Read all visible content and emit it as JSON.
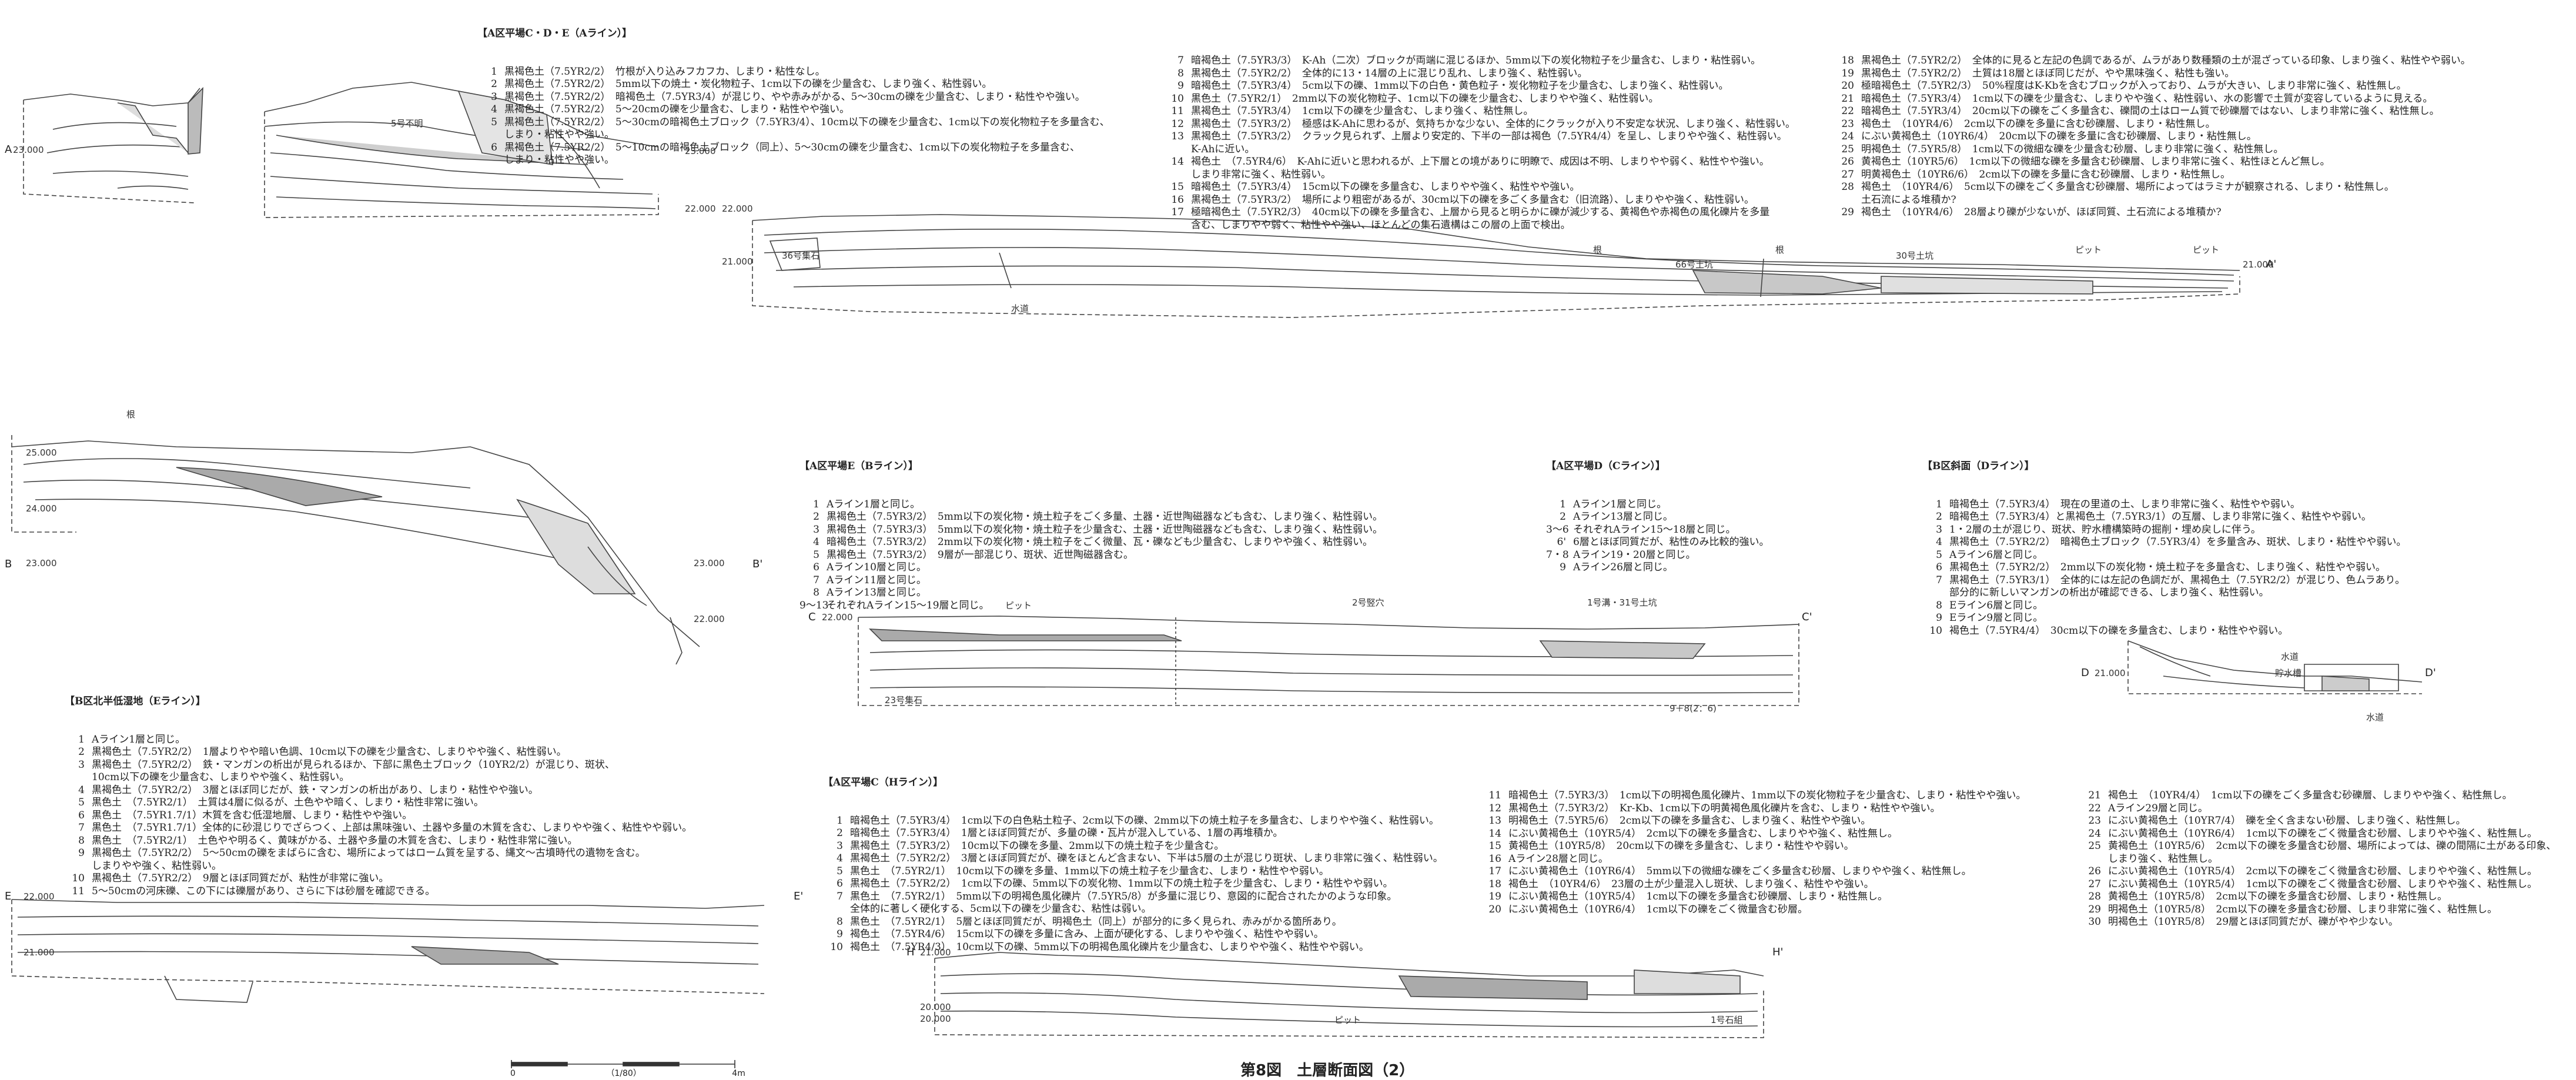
{
  "caption": "第8図　土層断面図（2）",
  "scale": {
    "zero": "0",
    "ratio": "（1/80）",
    "max": "4m"
  },
  "sections": {
    "A_left": "A",
    "A_right": "A'",
    "B_left": "B",
    "B_right": "B'",
    "C_left": "C",
    "C_right": "C'",
    "D_left": "D",
    "D_right": "D'",
    "E_left": "E",
    "E_right": "E'",
    "H_left": "H",
    "H_right": "H'"
  },
  "elevations": {
    "a1": "23.000",
    "a2": "23.000",
    "a3": "22.000",
    "a4": "22.000",
    "a5": "21.000",
    "a6": "21.000",
    "b1": "25.000",
    "b2": "24.000",
    "b3": "23.000",
    "b4": "23.000",
    "b5": "22.000",
    "c1": "22.000",
    "d1": "21.000",
    "e1": "22.000",
    "e2": "21.000",
    "h1": "21.000",
    "h2": "20.000",
    "h3": "20.000"
  },
  "features": {
    "f1": "5号不明",
    "f2": "66号土坑",
    "f3": "30号土坑",
    "f4": "ピット",
    "f5": "ピット",
    "f6": "36号集石",
    "f7": "水道",
    "f8": "根",
    "f9": "根",
    "f10": "根",
    "f11": "ピット",
    "f12": "2号竪穴",
    "f13": "1号溝・31号土坑",
    "f14": "23号集石",
    "f15": "9＋8(2：6)",
    "f16": "貯水槽",
    "f17": "水道",
    "f18": "水道",
    "f19": "1号石組",
    "f20": "ピット"
  },
  "legendA1": {
    "title": "A区平場C・D・E（Aライン）",
    "rows": [
      {
        "n": "1",
        "t": "黒褐色土（7.5YR2/2）　竹根が入り込みフカフカ、しまり・粘性なし。"
      },
      {
        "n": "2",
        "t": "黒褐色土（7.5YR2/2）　5mm以下の焼土・炭化物粒子、1cm以下の礫を少量含む、しまり強く、粘性弱い。"
      },
      {
        "n": "3",
        "t": "黒褐色土（7.5YR2/2）　暗褐色土（7.5YR3/4）が混じり、やや赤みがかる、5～30cmの礫を少量含む、しまり・粘性やや強い。"
      },
      {
        "n": "4",
        "t": "黒褐色土（7.5YR2/2）　5～20cmの礫を少量含む、しまり・粘性やや強い。"
      },
      {
        "n": "5",
        "t": "黒褐色土（7.5YR2/2）　5～30cmの暗褐色土ブロック（7.5YR3/4）、10cm以下の礫を少量含む、1cm以下の炭化物粒子を多量含む、"
      },
      {
        "n": "",
        "t": "しまり・粘性やや強い。"
      },
      {
        "n": "6",
        "t": "黒褐色土（7.5YR2/2）　5～10cmの暗褐色土ブロック（同上）、5～30cmの礫を少量含む、1cm以下の炭化物粒子を多量含む、"
      },
      {
        "n": "",
        "t": "しまり・粘性やや強い。"
      }
    ]
  },
  "legendA2": {
    "rows": [
      {
        "n": "7",
        "t": "暗褐色土（7.5YR3/3）　K-Ah（二次）ブロックが両端に混じるほか、5mm以下の炭化物粒子を少量含む、しまり・粘性弱い。"
      },
      {
        "n": "8",
        "t": "黒褐色土（7.5YR2/2）　全体的に13・14層の上に混じり乱れ、しまり強く、粘性弱い。"
      },
      {
        "n": "9",
        "t": "暗褐色土（7.5YR3/4）　5cm以下の礫、1mm以下の白色・黄色粒子・炭化物粒子を少量含む、しまり強く、粘性弱い。"
      },
      {
        "n": "10",
        "t": "黒色土（7.5YR2/1）　2mm以下の炭化物粒子、1cm以下の礫を少量含む、しまりやや強く、粘性弱い。"
      },
      {
        "n": "11",
        "t": "黒褐色土（7.5YR3/4）　1cm以下の礫を少量含む、しまり強く、粘性無し。"
      },
      {
        "n": "12",
        "t": "黒褐色土（7.5YR3/2）　極感はK-Ahに思わるが、気持ちかな少ない、全体的にクラックが入り不安定な状況、しまり強く、粘性弱い。"
      },
      {
        "n": "13",
        "t": "黒褐色土（7.5YR3/2）　クラック見られず、上層より安定的、下半の一部は褐色（7.5YR4/4）を呈し、しまりやや強く、粘性弱い。"
      },
      {
        "n": "",
        "t": "K-Ahに近い。"
      },
      {
        "n": "14",
        "t": "褐色土　（7.5YR4/6）　K-Ahに近いと思われるが、上下層との境がありに明瞭で、成因は不明、しまりやや弱く、粘性やや強い。"
      },
      {
        "n": "",
        "t": "しまり非常に強く、粘性弱い。"
      },
      {
        "n": "15",
        "t": "暗褐色土（7.5YR3/4）　15cm以下の礫を多量含む、しまりやや強く、粘性やや強い。"
      },
      {
        "n": "16",
        "t": "黒褐色土（7.5YR3/2）　場所により粗密があるが、30cm以下の礫を多ごく多量含む（旧流路）、しまりやや強く、粘性弱い。"
      },
      {
        "n": "17",
        "t": "極暗褐色土（7.5YR2/3）　40cm以下の礫を多量含む、上層から見ると明らかに礫が減少する、黄褐色や赤褐色の風化礫片を多量"
      },
      {
        "n": "",
        "t": "含む、しまりやや弱く、粘性やや強い、ほとんどの集石遺構はこの層の上面で検出。"
      }
    ]
  },
  "legendA3": {
    "rows": [
      {
        "n": "18",
        "t": "黒褐色土（7.5YR2/2）　全体的に見ると左記の色調であるが、ムラがあり数種類の土が混ざっている印象、しまり強く、粘性やや弱い。"
      },
      {
        "n": "19",
        "t": "黒褐色土（7.5YR2/2）　土質は18層とほぼ同じだが、やや黒味強く、粘性も強い。"
      },
      {
        "n": "20",
        "t": "極暗褐色土（7.5YR2/3）　50%程度はK-Kbを含むブロックが入っており、ムラが大きい、しまり非常に強く、粘性無し。"
      },
      {
        "n": "21",
        "t": "暗褐色土（7.5YR3/4）　1cm以下の礫を少量含む、しまりやや強く、粘性弱い、水の影響で土質が変容しているように見える。"
      },
      {
        "n": "22",
        "t": "暗褐色土（7.5YR3/4）　20cm以下の礫をごく多量含む、礫間の土はローム質で砂礫層ではない、しまり非常に強く、粘性無し。"
      },
      {
        "n": "23",
        "t": "褐色土　（10YR4/6）　2cm以下の礫を多量に含む砂礫層、しまり・粘性無し。"
      },
      {
        "n": "24",
        "t": "にぶい黄褐色土（10YR6/4）　20cm以下の礫を多量に含む砂礫層、しまり・粘性無し。"
      },
      {
        "n": "25",
        "t": "明褐色土（7.5YR5/8）　1cm以下の微細な礫を少量含む砂層、しまり非常に強く、粘性無し。"
      },
      {
        "n": "26",
        "t": "黄褐色土（10YR5/6）　1cm以下の微細な礫を多量含む砂礫層、しまり非常に強く、粘性ほとんど無し。"
      },
      {
        "n": "27",
        "t": "明黄褐色土（10YR6/6）　2cm以下の礫を多量に含む砂礫層、しまり・粘性無し。"
      },
      {
        "n": "28",
        "t": "褐色土　（10YR4/6）　5cm以下の礫をごく多量含む砂礫層、場所によってはラミナが観察される、しまり・粘性無し。"
      },
      {
        "n": "",
        "t": "土石流による堆積か?"
      },
      {
        "n": "29",
        "t": "褐色土　（10YR4/6）　28層より礫が少ないが、ほぼ同質、土石流による堆積か?"
      }
    ]
  },
  "legendB": {
    "title": "A区平場E（Bライン）",
    "rows": [
      {
        "n": "1",
        "t": "Aライン1層と同じ。"
      },
      {
        "n": "2",
        "t": "黒褐色土（7.5YR3/2）　5mm以下の炭化物・焼土粒子をごく多量、土器・近世陶磁器なども含む、しまり強く、粘性弱い。"
      },
      {
        "n": "3",
        "t": "黒褐色土（7.5YR3/3）　5mm以下の炭化物・焼土粒子を少量含む、土器・近世陶磁器なども含む、しまり強く、粘性弱い。"
      },
      {
        "n": "4",
        "t": "暗褐色土（7.5YR3/2）　2mm以下の炭化物・焼土粒子をごく微量、瓦・礫なども少量含む、しまりやや強く、粘性弱い。"
      },
      {
        "n": "5",
        "t": "黒褐色土（7.5YR3/2）　9層が一部混じり、斑状、近世陶磁器含む。"
      },
      {
        "n": "6",
        "t": "Aライン10層と同じ。"
      },
      {
        "n": "7",
        "t": "Aライン11層と同じ。"
      },
      {
        "n": "8",
        "t": "Aライン13層と同じ。"
      },
      {
        "n": "9～13",
        "t": "それぞれAライン15～19層と同じ。"
      }
    ]
  },
  "legendC": {
    "title": "A区平場D（Cライン）",
    "rows": [
      {
        "n": "1",
        "t": "Aライン1層と同じ。"
      },
      {
        "n": "2",
        "t": "Aライン13層と同じ。"
      },
      {
        "n": "3～6",
        "t": "それぞれAライン15～18層と同じ。"
      },
      {
        "n": "6'",
        "t": "6層とほぼ同質だが、粘性のみ比較的強い。"
      },
      {
        "n": "7・8",
        "t": "Aライン19・20層と同じ。"
      },
      {
        "n": "9",
        "t": "Aライン26層と同じ。"
      }
    ]
  },
  "legendD": {
    "title": "B区斜面（Dライン）",
    "rows": [
      {
        "n": "1",
        "t": "暗褐色土（7.5YR3/4）　現在の里道の土、しまり非常に強く、粘性やや弱い。"
      },
      {
        "n": "2",
        "t": "暗褐色土（7.5YR3/4）と黒褐色土（7.5YR3/1）の互層、しまり非常に強く、粘性やや弱い。"
      },
      {
        "n": "3",
        "t": "1・2層の土が混じり、斑状、貯水槽構築時の掘削・埋め戻しに伴う。"
      },
      {
        "n": "4",
        "t": "黒褐色土（7.5YR2/2）　暗褐色土ブロック（7.5YR3/4）を多量含み、斑状、しまり・粘性やや弱い。"
      },
      {
        "n": "5",
        "t": "Aライン6層と同じ。"
      },
      {
        "n": "6",
        "t": "黒褐色土（7.5YR2/2）　2mm以下の炭化物・焼土粒子を多量含む、しまり強く、粘性やや弱い。"
      },
      {
        "n": "7",
        "t": "黒褐色土（7.5YR3/1）　全体的には左記の色調だが、黒褐色土（7.5YR2/2）が混じり、色ムラあり。"
      },
      {
        "n": "",
        "t": "部分的に新しいマンガンの析出が確認できる、しまり強く、粘性弱い。"
      },
      {
        "n": "8",
        "t": "Eライン6層と同じ。"
      },
      {
        "n": "9",
        "t": "Eライン9層と同じ。"
      },
      {
        "n": "10",
        "t": "褐色土（7.5YR4/4）　30cm以下の礫を多量含む、しまり・粘性やや弱い。"
      }
    ]
  },
  "legendE": {
    "title": "B区北半低湿地（Eライン）",
    "rows": [
      {
        "n": "1",
        "t": "Aライン1層と同じ。"
      },
      {
        "n": "2",
        "t": "黒褐色土（7.5YR2/2）　1層よりやや暗い色調、10cm以下の礫を少量含む、しまりやや強く、粘性弱い。"
      },
      {
        "n": "3",
        "t": "黒褐色土（7.5YR2/2）　鉄・マンガンの析出が見られるほか、下部に黒色土ブロック（10YR2/2）が混じり、斑状、"
      },
      {
        "n": "",
        "t": "10cm以下の礫を少量含む、しまりやや強く、粘性弱い。"
      },
      {
        "n": "4",
        "t": "黒褐色土（7.5YR2/2）　3層とほぼ同じだが、鉄・マンガンの析出があり、しまり・粘性やや強い。"
      },
      {
        "n": "5",
        "t": "黒色土　（7.5YR2/1）　土質は4層に似るが、土色やや暗く、しまり・粘性非常に強い。"
      },
      {
        "n": "6",
        "t": "黒色土　（7.5YR1.7/1）木質を含む低湿地層、しまり・粘性やや強い。"
      },
      {
        "n": "7",
        "t": "黒色土　（7.5YR1.7/1）全体的に砂混じりでざらつく、上部は黒味強い、土器や多量の木質を含む、しまりやや強く、粘性やや弱い。"
      },
      {
        "n": "8",
        "t": "黒色土　（7.5YR2/1）　土色やや明るく、黄味がかる、土器や多量の木質を含む、しまり・粘性非常に強い。"
      },
      {
        "n": "9",
        "t": "黒褐色土（7.5YR2/2）　5～50cmの礫をまばらに含む、場所によってはローム質を呈する、縄文～古墳時代の遺物を含む。"
      },
      {
        "n": "",
        "t": "しまりやや強く、粘性弱い。"
      },
      {
        "n": "10",
        "t": "黒褐色土（7.5YR2/2）　9層とほぼ同質だが、粘性が非常に強い。"
      },
      {
        "n": "11",
        "t": "5～50cmの河床礫、この下には礫層があり、さらに下は砂層を確認できる。"
      }
    ]
  },
  "legendH1": {
    "title": "A区平場C（Hライン）",
    "rows": [
      {
        "n": "1",
        "t": "暗褐色土（7.5YR3/4）　1cm以下の白色粘土粒子、2cm以下の礫、2mm以下の焼土粒子を多量含む、しまりやや強く、粘性弱い。"
      },
      {
        "n": "2",
        "t": "暗褐色土（7.5YR3/4）　1層とほぼ同質だが、多量の礫・瓦片が混入している、1層の再堆積か。"
      },
      {
        "n": "3",
        "t": "黒褐色土（7.5YR3/2）　10cm以下の礫を多量、2mm以下の焼土粒子を少量含む。"
      },
      {
        "n": "4",
        "t": "黒褐色土（7.5YR2/2）　3層とほぼ同質だが、礫をほとんど含まない、下半は5層の土が混じり斑状、しまり非常に強く、粘性弱い。"
      },
      {
        "n": "5",
        "t": "黒色土　（7.5YR2/1）　10cm以下の礫を多量、1mm以下の焼土粒子を少量含む、しまり・粘性やや弱い。"
      },
      {
        "n": "6",
        "t": "黒褐色土（7.5YR2/2）　1cm以下の礫、5mm以下の炭化物、1mm以下の焼土粒子を少量含む、しまり・粘性やや弱い。"
      },
      {
        "n": "7",
        "t": "黒色土　（7.5YR2/1）　5mm以下の明褐色風化礫片（7.5YR5/8）が多量に混じり、意図的に配合されたかのような印象。"
      },
      {
        "n": "",
        "t": "全体的に著しく硬化する、5cm以下の礫を少量含む、粘性は弱い。"
      },
      {
        "n": "8",
        "t": "黒色土　（7.5YR2/1）　5層とほぼ同質だが、明褐色土（同上）が部分的に多く見られ、赤みがかる箇所あり。"
      },
      {
        "n": "9",
        "t": "褐色土　（7.5YR4/6）　15cm以下の礫を多量に含み、上面が硬化する、しまりやや強く、粘性やや弱い。"
      },
      {
        "n": "10",
        "t": "褐色土　（7.5YR4/3）　10cm以下の礫、5mm以下の明褐色風化礫片を少量含む、しまりやや強く、粘性やや弱い。"
      }
    ]
  },
  "legendH2": {
    "rows": [
      {
        "n": "11",
        "t": "暗褐色土（7.5YR3/3）　1cm以下の明褐色風化礫片、1mm以下の炭化物粒子を少量含む、しまり・粘性やや強い。"
      },
      {
        "n": "12",
        "t": "黒褐色土（7.5YR3/2）　Kr-Kb、1cm以下の明黄褐色風化礫片を含む、しまり・粘性やや強い。"
      },
      {
        "n": "13",
        "t": "明褐色土（7.5YR5/6）　2cm以下の礫を多量含む、しまり強く、粘性やや強い。"
      },
      {
        "n": "14",
        "t": "にぶい黄褐色土（10YR5/4）　2cm以下の礫を多量含む、しまりやや強く、粘性無し。"
      },
      {
        "n": "15",
        "t": "黄褐色土（10YR5/8）　20cm以下の礫を多量含む、しまり・粘性やや弱い。"
      },
      {
        "n": "16",
        "t": "Aライン28層と同じ。"
      },
      {
        "n": "17",
        "t": "にぶい黄褐色土（10YR6/4）　5mm以下の微細な礫をごく多量含む砂層、しまりやや強く、粘性無し。"
      },
      {
        "n": "18",
        "t": "褐色土　（10YR4/6）　23層の土が少量混入し斑状、しまり強く、粘性やや強い。"
      },
      {
        "n": "19",
        "t": "にぶい黄褐色土（10YR5/4）　1cm以下の礫を多量含む砂礫層、しまり・粘性無し。"
      },
      {
        "n": "20",
        "t": "にぶい黄褐色土（10YR6/4）　1cm以下の礫をごく微量含む砂層。"
      }
    ]
  },
  "legendH3": {
    "rows": [
      {
        "n": "21",
        "t": "褐色土　（10YR4/4）　1cm以下の礫をごく多量含む砂礫層、しまりやや強く、粘性無し。"
      },
      {
        "n": "22",
        "t": "Aライン29層と同じ。"
      },
      {
        "n": "23",
        "t": "にぶい黄褐色土（10YR7/4）　礫を全く含まない砂層、しまり強く、粘性無し。"
      },
      {
        "n": "24",
        "t": "にぶい黄褐色土（10YR6/4）　1cm以下の礫をごく微量含む砂層、しまりやや強く、粘性無し。"
      },
      {
        "n": "25",
        "t": "黄褐色土（10YR5/6）　2cm以下の礫を多量含む砂層、場所によっては、礫の間隔に土がある印象、"
      },
      {
        "n": "",
        "t": "しまり強く、粘性無し。"
      },
      {
        "n": "26",
        "t": "にぶい黄褐色土（10YR5/4）　2cm以下の礫をごく微量含む砂層、しまりやや強く、粘性無し。"
      },
      {
        "n": "27",
        "t": "にぶい黄褐色土（10YR5/4）　1cm以下の礫をごく微量含む砂層、しまりやや強く、粘性無し。"
      },
      {
        "n": "28",
        "t": "黄褐色土（10YR5/8）　2cm以下の礫を多量含む砂層、しまり・粘性無し。"
      },
      {
        "n": "29",
        "t": "明褐色土（10YR5/8）　2cm以下の礫を多量含む砂層、しまり非常に強く、粘性無し。"
      },
      {
        "n": "30",
        "t": "明褐色土（10YR5/8）　29層とほぼ同質だが、礫がやや少ない。"
      }
    ]
  }
}
